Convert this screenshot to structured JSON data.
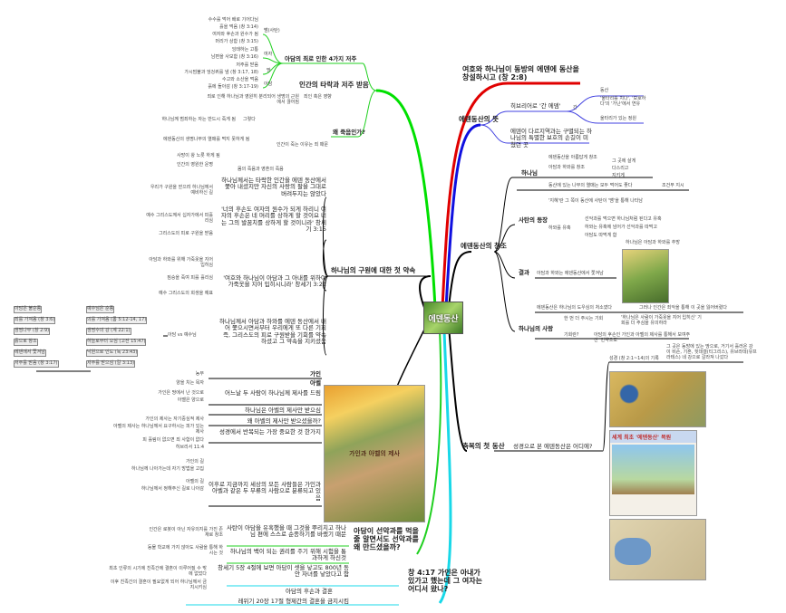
{
  "center": {
    "label": "에덴동산"
  },
  "right": {
    "top": "여호와 하나님이 동방의 에덴에 동산을 창설하시고 (창 2:8)",
    "meaning": {
      "label": "에덴동산의 뜻",
      "items": [
        "히브리어로 '간 에뎀'",
        "에덴이 다르지역과는 구별되는 하나님의 특별한 보호의 손길이 미쳤던 곳"
      ],
      "leaves": [
        "간",
        "동산",
        "'울타리를 치다', '보호하다'의 '가난'에서 연유",
        "울타리가 있는 정원"
      ]
    },
    "creation": {
      "label": "에덴동산의 창조",
      "god": {
        "label": "하나님",
        "leaves": [
          "에덴동산을 아름답게 창조",
          "아담과 하와를 창조",
          "그 곳에 살게",
          "다스리고",
          "지키게",
          "동산에 있는 나무의 열매는 모두 먹어도 좋다",
          "조건부 지시"
        ]
      },
      "satan": {
        "label": "사탄의 등장",
        "leaves": [
          "'지혜'란 그 쪽이 동산에 사탄이 '뱀'을 통해 나타남",
          "하와를 유혹",
          "선악과를 먹으면 하나님처럼 된다고 유혹",
          "하와는 유혹에 넘어가 선악과를 따먹고",
          "아담도 따먹게 함",
          "하나님은 아담과 하와를 추방"
        ]
      },
      "result": {
        "label": "결과",
        "leaves": [
          "아담과 하와는 에덴동산에서 쫓겨남",
          "에덴동산은 하나님의 도우심의 처소였다",
          "그러나 인간은 죄악을 통해 이 곳을 잃어버렸다"
        ]
      },
      "love": {
        "label": "하나님의 사랑",
        "leaves": [
          "한 번 더 주시는 기회",
          "'하나님은 사람이 가죽옷을 지어 입히신' 기회를 더 주심을 유의하라",
          "기회란?",
          "아담의 후손인 가인과 아벨의 제사를 통해서 보여주신 '언약으로'"
        ]
      }
    },
    "blessing": {
      "label": "축복의 첫 동산",
      "question": "성경으로 본 에덴동산은 어디에?",
      "record": "성경 (창 2:1~14)의 기록",
      "note": "그 곳은 동방에 있는 땅으로, 거기서 흘러온 강이 비손, 기혼, 힛데겔(티그리스), 유브라데(유프라테스) 네 강으로 갈라져 나갔다",
      "news_title": "세계 최초 '에덴동산' 복원"
    },
    "wife": {
      "label": "창 4:17 가인은 아내가 있가고 했는데 그 여자는 어디서 왔나?",
      "items": [
        "창세기 5장 4절에 보면 아담이 셋을 낳고도 800년 동안 자녀를 낳았다고 함",
        "아담의 후손과 결혼",
        "레위기 20장 17절 형제간의 결혼을 금지시킴"
      ],
      "leaves": [
        "최초 인류의 시기에 친족간에 결혼이 이루어질 수 밖에 없었다",
        "이후 친족간의 결혼이 필요없게 되어 하나님께서 금지시키심"
      ]
    },
    "fruit": {
      "label": "아담이 선악과를 먹을 줄 알면서도 선악과를 왜 만드셨을까?",
      "items": [
        "사탄이 아담을 유혹했을 때 그것을 뿌리치고 하나님 편에 스스로 순종하기를 바랬기 때문",
        "하나님의 백이 되는 권리를 주기 위해 시험을 통과하게 하신것"
      ],
      "leaves": [
        "인간은 로봇이 아닌 자유의지를 가진 존재로 창조",
        "동물 학교에 가지 않아도 사람을 통해 하시는 것"
      ]
    }
  },
  "left": {
    "fall": {
      "label": "인간의 타락과 저주 받음",
      "curses": {
        "label": "아담의 죄로 인한 4가지 저주",
        "groups": [
          {
            "label": "뱀(사탄)",
            "leaves": [
              "수수를 먹어 배로 기어다님",
              "흙을 먹음 (창 3:14)",
              "여자와 후손과 원수가 됨",
              "머리가 상함 (창 3:15)"
            ]
          },
          {
            "label": "여자",
            "leaves": [
              "잉태하는 고통",
              "남편을 사모함 (창 3:16)"
            ]
          },
          {
            "label": "땅",
            "leaves": [
              "저주를 받음",
              "가시덤불과 엉겅퀴를 냄 (창 3:17, 18)"
            ]
          },
          {
            "label": "아담",
            "leaves": [
              "수고와 소산을 먹음",
              "흙에 돌아감 (창 3:17-19)"
            ]
          }
        ]
      },
      "why": {
        "label": "왜 죽음인가?",
        "leaves": [
          "죄인 혹은 영향",
          "죄로 인해 하나님과 영원히 분리되어 생명의 근원에서 끊어짐",
          "인간이 죽는 이유는 죄 때문",
          "그렇다",
          "하나님께 범죄하는 자는 반드시 죽게 됨",
          "몸의 죽음과 영혼의 죽음",
          "에덴동산의 생명나무의 열매를 먹지 못하게 됨",
          "사망이 왕 노릇 하게 됨",
          "인간의 영원한 운명"
        ]
      }
    },
    "promise": {
      "label": "하나님의 구원에 대한 첫 약속",
      "items": [
        "하나님께서는 타락한 인간을 에덴 동산에서 쫓아 내셨지만 자신의 사랑의 팔을 그대로 버려두지는 않았다",
        "'너의 후손도 여자의 원수가 되게 하리니 여자의 후손은 네 머리를 상하게 할 것이요 너는 그의 발꿈치를 상하게 할 것이니라' 창세기 3:15",
        "'여호와 하나님이 아담과 그 아내를 위하여 가죽옷을 지어 입히시니라' 창세기 3:21",
        "하나님께서 아담과 하와를 에덴 동산에서 내어 쫓으시면서부터 우리에게 또 다른 기회 즉, 그리스도의 피로 구원받을 기회를 약속하셨고 그 약속을 지키셨음"
      ],
      "leaves": [
        "우리가 구원을 얻으려 하나님께서 예비하신 길",
        "예수 그리스도께서 십자가에서 피흘리심",
        "그리스도의 피로 구원을 받음",
        "아담과 하와를 위해 가죽옷을 지어 입히심",
        "짐승을 죽여 피를 흘리심",
        "예수 그리스도의 희생을 예표"
      ],
      "adam_jesus": {
        "label": "아담 vs 예수님",
        "rows": [
          [
            "아담은 불순종",
            "예수님은 순종"
          ],
          [
            "죄를 가져옴 (창 3:6)",
            "의를 가져옴 (롬 5:12-14, 17)"
          ],
          [
            "생명나무 (창 2:9)",
            "생명수의 강 (계 22:1)"
          ],
          [
            "흙으로 창조",
            "하늘로부터 오심 (고전 15:47)"
          ],
          [
            "에덴에서 쫓겨남",
            "낙원으로 인도 (눅 23:43)"
          ],
          [
            "저주를 받음 (창 3:17)",
            "저주를 받으심 (갈 3:13)"
          ]
        ]
      }
    },
    "cainabel": {
      "label": "가인과 아벨의 제사",
      "items": [
        "가인",
        "아벨",
        "어느날 두 사람이 하나님께 제사를 드림",
        "하나님은 아벨의 제사만 받으심",
        "왜 아벨의 제사만 받으셨을까?",
        "성경에서 반복되는 가장 중요한 것 한가지",
        "이후로 지금까지 세상의 모든 사람들은 가인과 아벨과 같은 두 부류의 사람으로 분류되고 있음"
      ],
      "leaves": [
        "농부",
        "양을 치는 목자",
        "가인은 땅에서 난 것으로",
        "아벨은 양으로",
        "가인의 제사는 자기중심적 제사",
        "아벨의 제사는 하나님께서 요구하시는 피가 있는 제사",
        "피 흘림이 없으면 죄 사함이 없다",
        "히브리서 11:4",
        "가인의 길",
        "하나님께 나아가는데 자기 방법을 고집",
        "아벨의 길",
        "하나님께서 정해주신 길로 나아감"
      ]
    }
  }
}
